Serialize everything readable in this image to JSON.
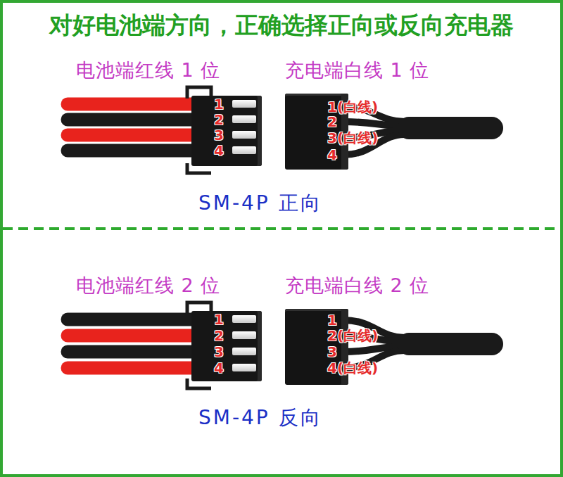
{
  "diagram": {
    "title": "对好电池端方向，正确选择正向或反向充电器",
    "nodes": [
      {
        "text": [
          "1",
          "2",
          "3",
          "4"
        ]
      },
      {
        "text": [
          "1(白线)",
          "2",
          "3(白线)",
          "4"
        ]
      },
      {
        "text": [
          "1",
          "2",
          "3",
          "4"
        ]
      },
      {
        "text": [
          "1",
          "2(白线)",
          "3",
          "4(白线)"
        ]
      }
    ],
    "labels": [
      "电池端红线 1 位",
      "充电端白线 1 位",
      "SM-4P 正向",
      "电池端红线 2 位",
      "充电端白线 2 位",
      "SM-4P 反向"
    ]
  }
}
